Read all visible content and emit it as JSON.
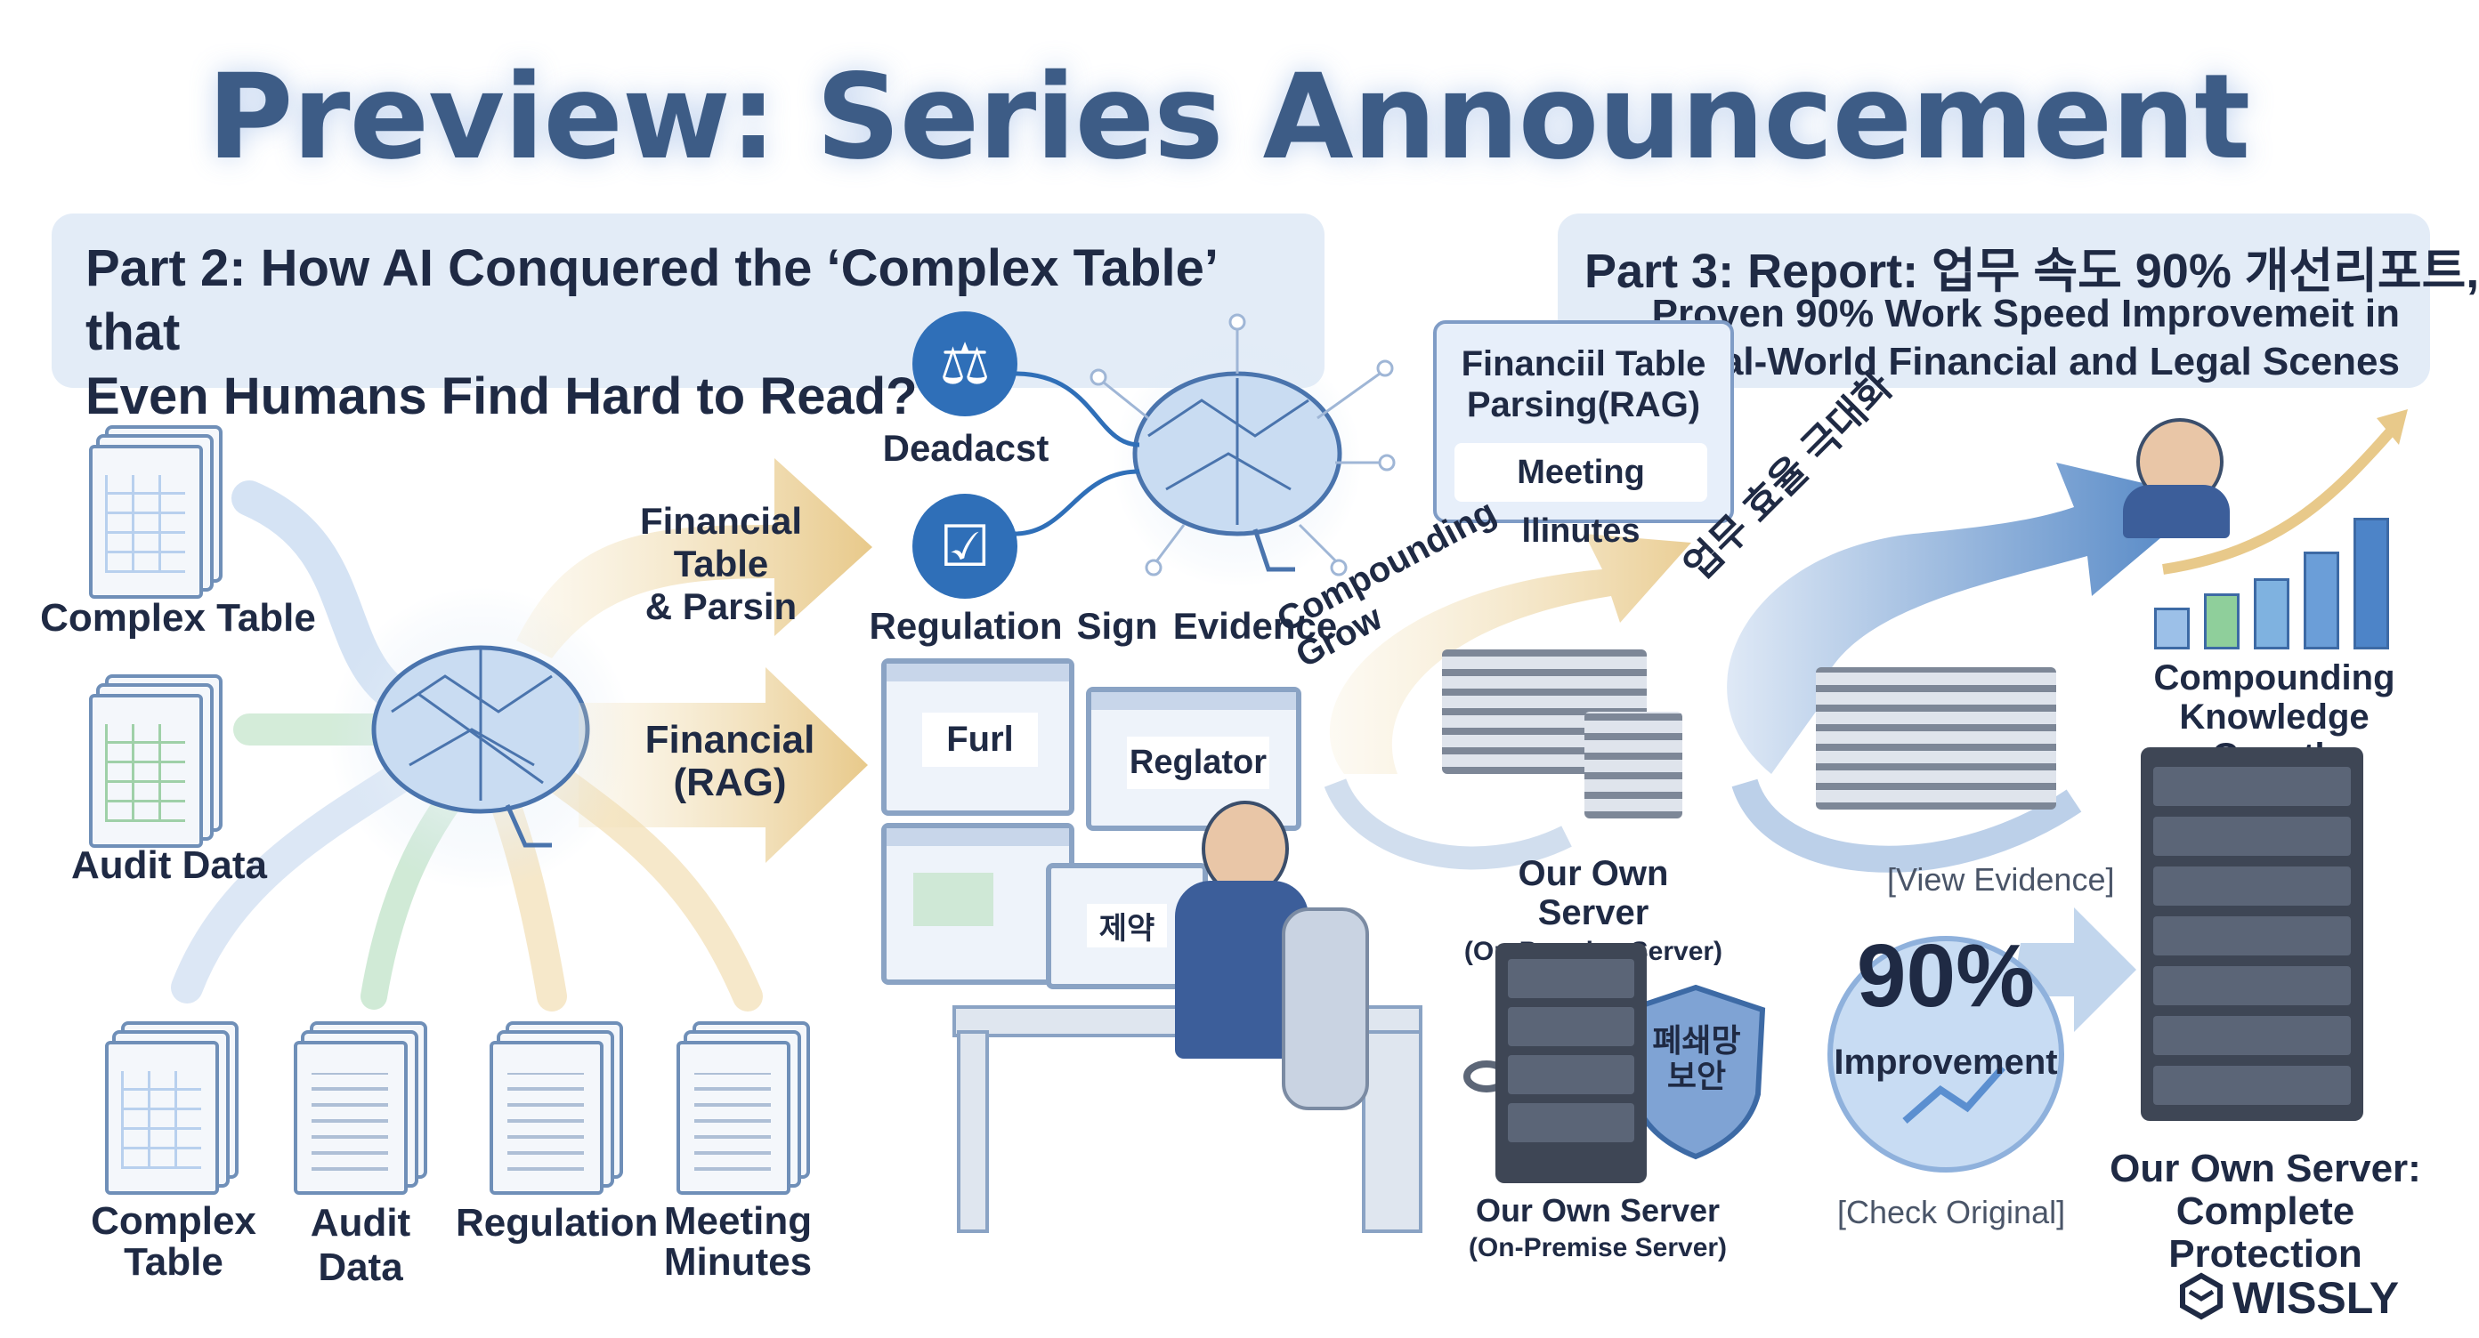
{
  "title": "Preview: Series Announcement",
  "part2": {
    "line1": "Part 2: How AI Conquered the ‘Complex Table’ that",
    "line2": "Even Humans Find Hard to Read?"
  },
  "part3": {
    "line1": "Part 3: Report: 업무 속도 90% 개선리포트,",
    "line2": "Proven 90% Work Speed Improvemeit in",
    "line3": "Real-World Financial and Legal Scenes"
  },
  "left_sources": [
    "Complex Table",
    "Audit Data"
  ],
  "bottom_docs": [
    {
      "l1": "Complex",
      "l2": "Table"
    },
    {
      "l1": "Audit Data",
      "l2": ""
    },
    {
      "l1": "Regulation",
      "l2": ""
    },
    {
      "l1": "Meeting",
      "l2": "Minutes"
    }
  ],
  "arrows": {
    "upper_l1": "Financial Table",
    "upper_l2": "& Parsin",
    "lower_l1": "Financial",
    "lower_l2": "(RAG)"
  },
  "center_icons": {
    "deadacst": "Deadacst",
    "regulation": "Regulation",
    "sign": "Sign",
    "evidence": "Evidence"
  },
  "bubble": {
    "l1": "Financiil Table",
    "l2": "Parsing(RAG)",
    "l3": "Meeting llinutes"
  },
  "screens": {
    "furl": "Furl",
    "reglator": "Reglator",
    "desk_screen": "제약"
  },
  "middle_right": {
    "compounding_grow": "Compounding Grow",
    "korean_arrow": "업무 효율 극대화",
    "server1_l1": "Our Own Server",
    "server1_l2": "(On-Premise Server)",
    "shield_l1": "폐쇄망",
    "shield_l2": "보안",
    "server2_l1": "Our Own Server",
    "server2_l2": "(On-Premise Server)",
    "view_evidence": "[View Evidence]",
    "check_original": "[Check Original]",
    "percent": "90%",
    "improvement": "Improvement"
  },
  "far_right": {
    "growth_l1": "Compounding",
    "growth_l2": "Knowledge Growth",
    "protect_l1": "Our Own Server:",
    "protect_l2": "Complete Protection",
    "bars": [
      0.25,
      0.33,
      0.42,
      0.58,
      0.78
    ]
  },
  "brand": "WISSLY",
  "colors": {
    "accent_blue": "#2f6fb8",
    "title_blue": "#3d5c86",
    "panel_bg": "#e3ecf7",
    "arrow_gold": "#e8c98a"
  }
}
